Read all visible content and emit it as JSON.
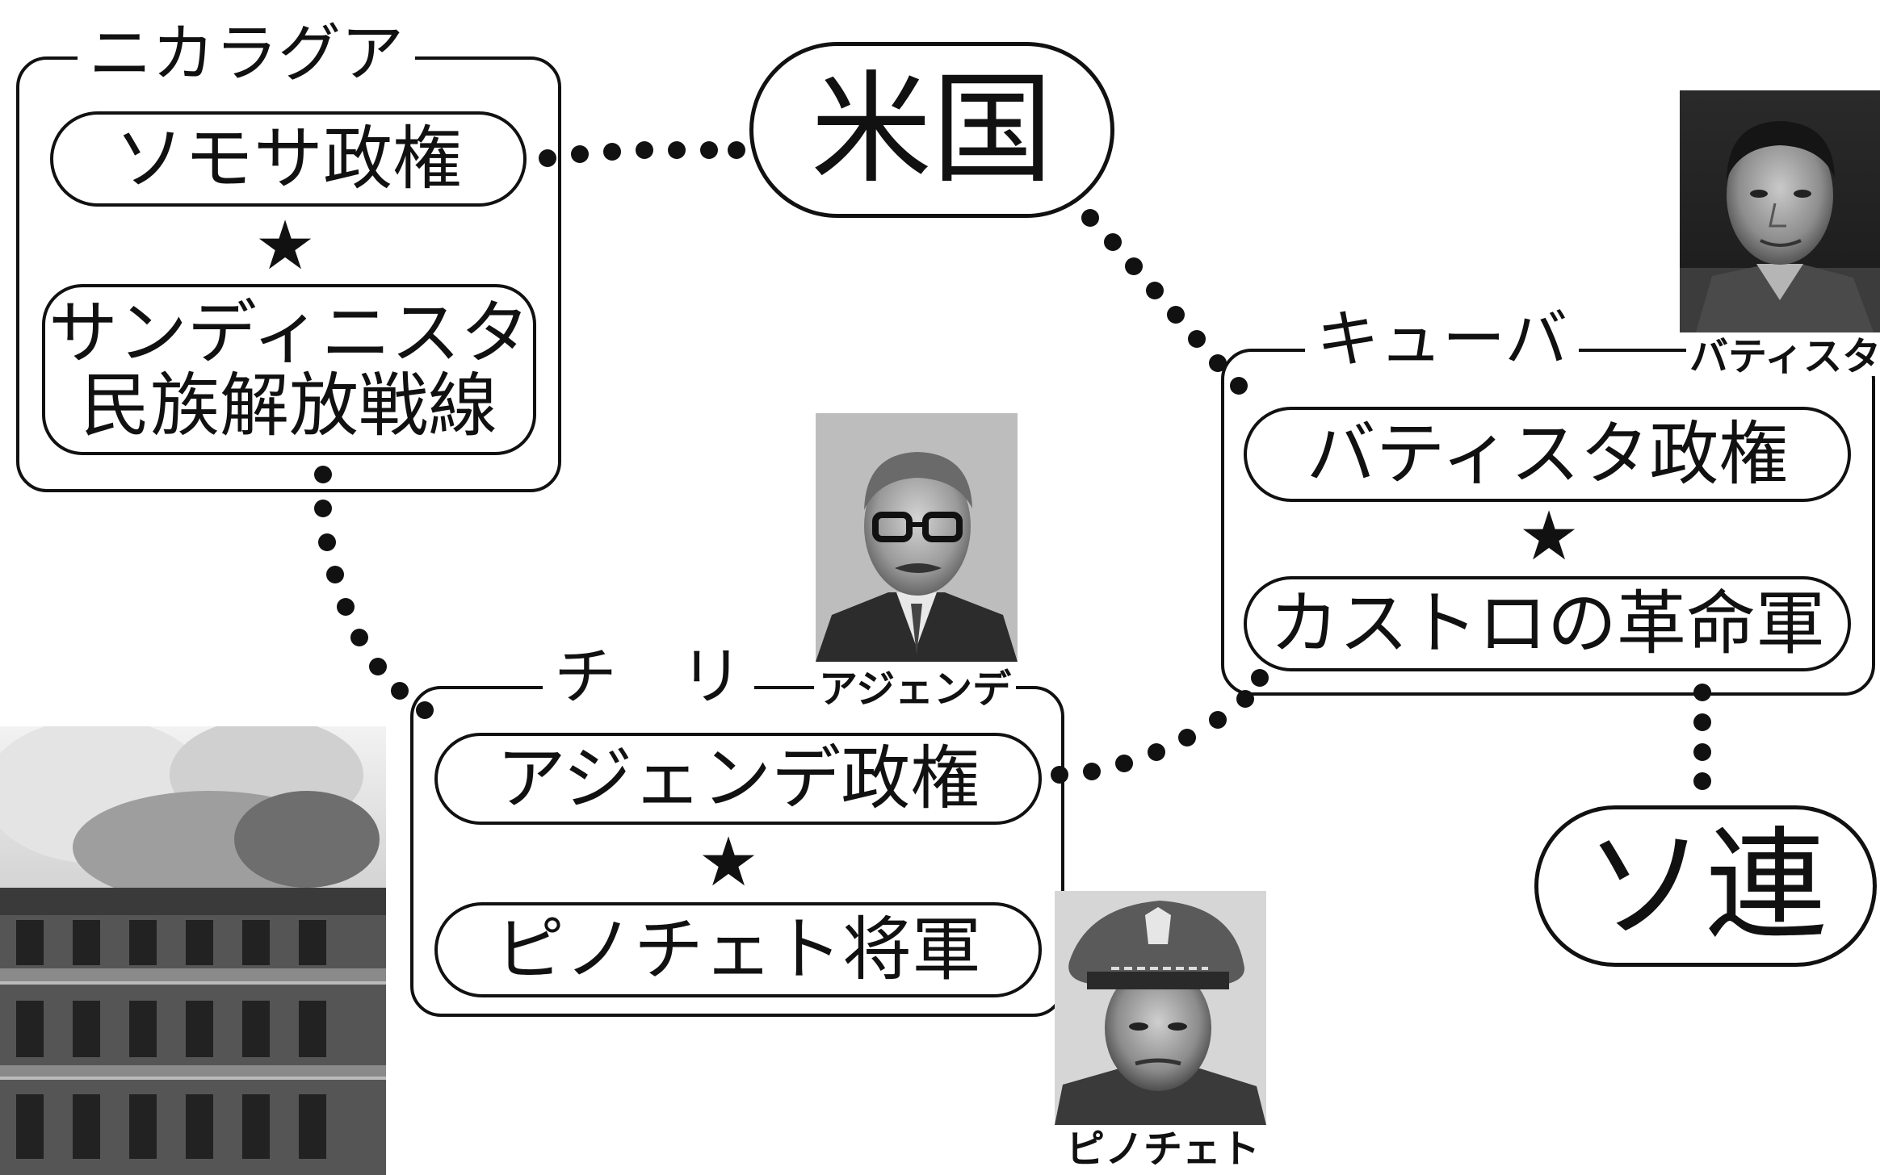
{
  "countries": {
    "usa": "米国",
    "ussr": "ソ連"
  },
  "nicaragua": {
    "title": "ニカラグア",
    "regime": "ソモサ政権",
    "opposition_line1": "サンディニスタ",
    "opposition_line2": "民族解放戦線"
  },
  "chile": {
    "title": "チ　リ",
    "leader_caption": "アジェンデ",
    "regime": "アジェンデ政権",
    "opposition": "ピノチェト将軍",
    "general_caption": "ピノチェト"
  },
  "cuba": {
    "title": "キューバ",
    "leader_caption": "バティスタ",
    "regime": "バティスタ政権",
    "opposition": "カストロの革命軍"
  },
  "star_symbol": "★"
}
